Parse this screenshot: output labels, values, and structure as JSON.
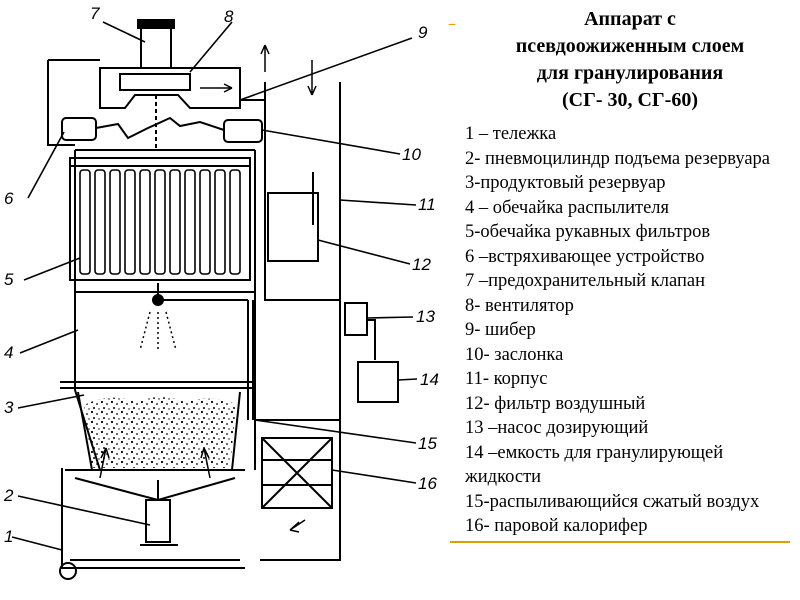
{
  "title": {
    "line1": "Аппарат с",
    "line2": "псевдоожиженным слоем",
    "line3": "для гранулирования",
    "line4": "(СГ- 30, СГ-60)"
  },
  "accent_color": "#e8a200",
  "rule_color": "#d8a000",
  "bullet_symbol": "–",
  "legend": [
    "1 –  тележка",
    "2- пневмоцилиндр подъема резервуара",
    "3-продуктовый резервуар",
    "4 – обечайка распылителя",
    "5-обечайка рукавных фильтров",
    "6 –встряхивающее устройство",
    "7 –предохранительный клапан",
    "8- вентилятор",
    "9- шибер",
    "10- заслонка",
    "11- корпус",
    "12- фильтр воздушный",
    "13 –насос дозирующий",
    "14 –емкость для гранулирующей жидкости",
    "15-распыливающийся сжатый воздух",
    "16- паровой калорифер"
  ],
  "diagram_labels": [
    "1",
    "2",
    "3",
    "4",
    "5",
    "6",
    "7",
    "8",
    "9",
    "10",
    "11",
    "12",
    "13",
    "14",
    "15",
    "16"
  ]
}
